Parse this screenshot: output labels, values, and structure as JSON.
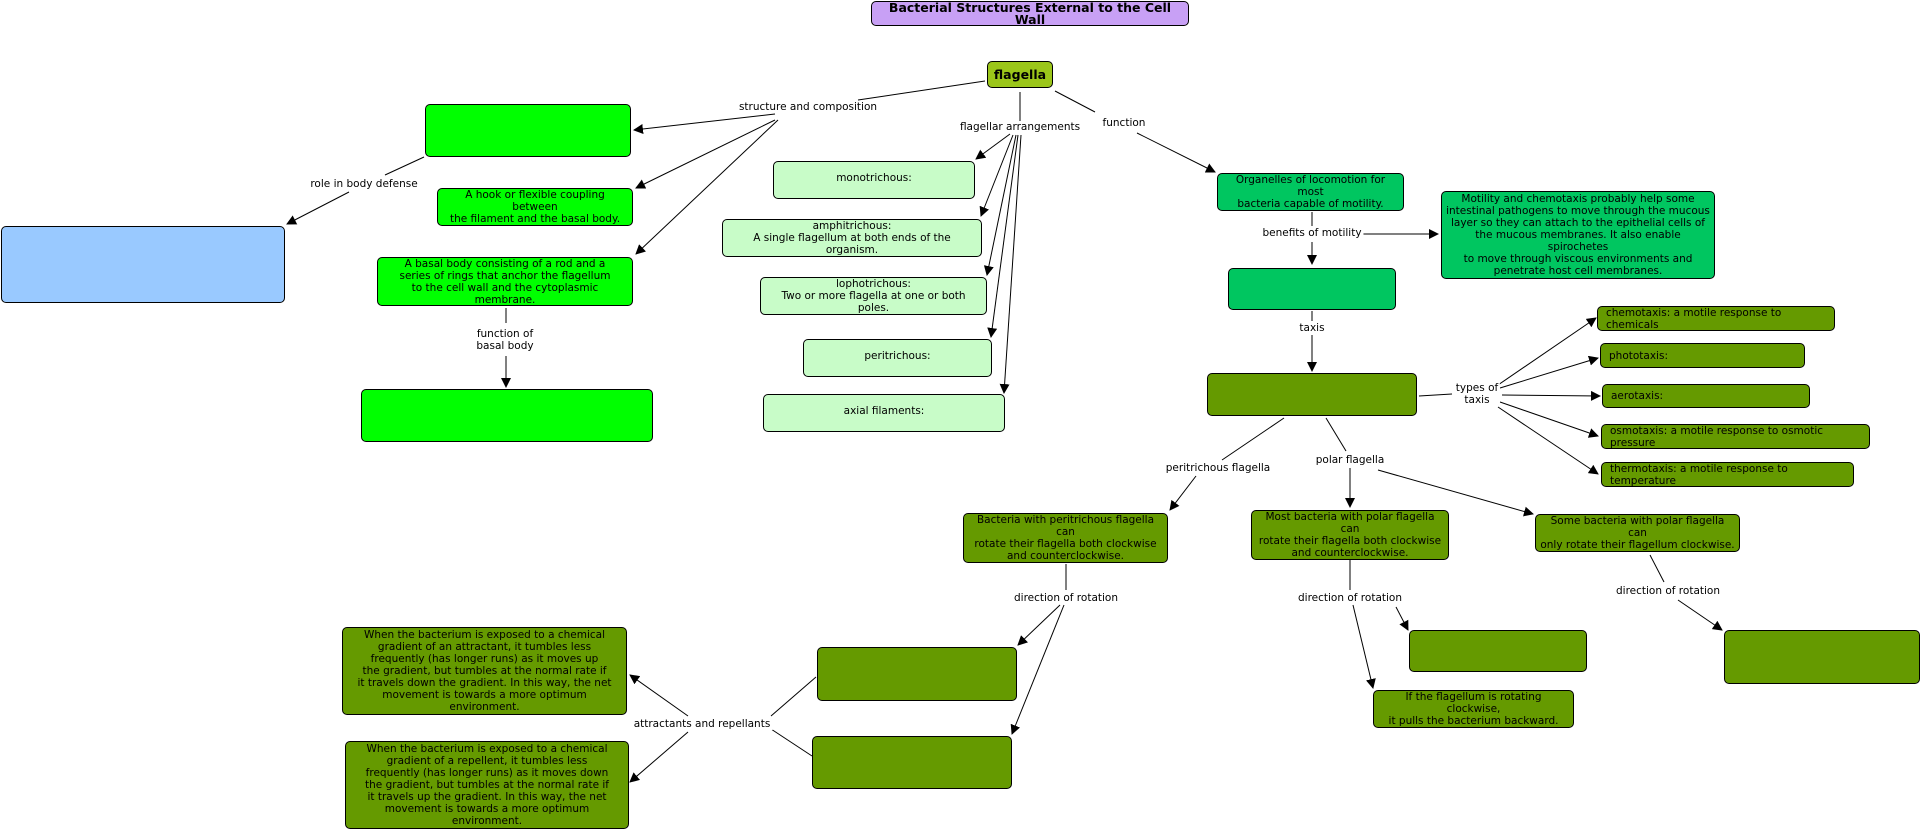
{
  "title": "Bacterial Structures External to the Cell Wall",
  "nodes": {
    "flagella": "flagella",
    "structure_empty": "",
    "hook": "A hook or flexible coupling between\nthe filament and the basal body.",
    "basal_body": "A basal body consisting of a rod and a\nseries of rings that anchor the flagellum\nto the cell wall and the cytoplasmic membrane.",
    "basal_function_empty": "",
    "defense_empty": "",
    "monotrichous": "monotrichous:",
    "amphitrichous": "amphitrichous:\nA single flagellum at both ends of the organism.",
    "lophotrichous": "lophotrichous:\nTwo or more flagella at one or both poles.",
    "peritrichous": "peritrichous:",
    "axial": "axial filaments:",
    "organelles": "Organelles of locomotion for most\nbacteria capable of motility.",
    "motility_text": "Motility and chemotaxis probably help some\nintestinal pathogens to move through the mucous\nlayer so they can attach to the epithelial cells of\nthe mucous membranes. It also enable spirochetes\nto move through viscous environments and\npenetrate host cell membranes.",
    "benefits_empty": "",
    "taxis_empty": "",
    "chemotaxis": "chemotaxis: a motile response to chemicals",
    "phototaxis": "phototaxis:",
    "aerotaxis": "aerotaxis:",
    "osmotaxis": "osmotaxis: a motile response to osmotic pressure",
    "thermotaxis": "thermotaxis: a motile response to temperature",
    "peri_rotate": "Bacteria with peritrichous flagella can\nrotate their flagella both clockwise\nand counterclockwise.",
    "polar_both": "Most bacteria with polar flagella can\nrotate their flagella both clockwise\nand counterclockwise.",
    "polar_clock": "Some bacteria with polar flagella can\nonly rotate their flagellum clockwise.",
    "peri_dir1_empty": "",
    "peri_dir2_empty": "",
    "polar_dir_empty": "",
    "polar_backward": "If the flagellum is rotating clockwise,\nit pulls the bacterium backward.",
    "clock_dir_empty": "",
    "attractant": "When the bacterium is exposed to a chemical\ngradient of an attractant, it tumbles less\nfrequently (has longer runs) as it moves up\nthe gradient, but tumbles at the normal rate if\nit travels down the gradient. In this way, the net\nmovement is towards a more optimum environment.",
    "repellent": "When the bacterium is exposed to a chemical\ngradient of a repellent, it tumbles less\nfrequently (has longer runs) as it moves down\nthe gradient, but tumbles at the normal rate if\nit travels up the gradient. In this way, the net\nmovement is towards a more optimum environment."
  },
  "labels": {
    "structure": "structure and composition",
    "arrangements": "flagellar arrangements",
    "function": "function",
    "defense": "role in body defense",
    "basal_fn": "function of\nbasal body",
    "benefits": "benefits of motility",
    "taxis": "taxis",
    "types": "types of\ntaxis",
    "peri_flag": "peritrichous flagella",
    "polar_flag": "polar flagella",
    "dir_peri": "direction of rotation",
    "dir_polar": "direction of rotation",
    "dir_clock": "direction of rotation",
    "attract": "attractants and repellants"
  },
  "colors": {
    "title": "#c8a0f5",
    "flagella": "#9bc61a",
    "bright_green": "#00ff00",
    "pale_green": "#c8fcc8",
    "blue": "#99c9ff",
    "teal": "#00c660",
    "olive": "#659a00"
  }
}
